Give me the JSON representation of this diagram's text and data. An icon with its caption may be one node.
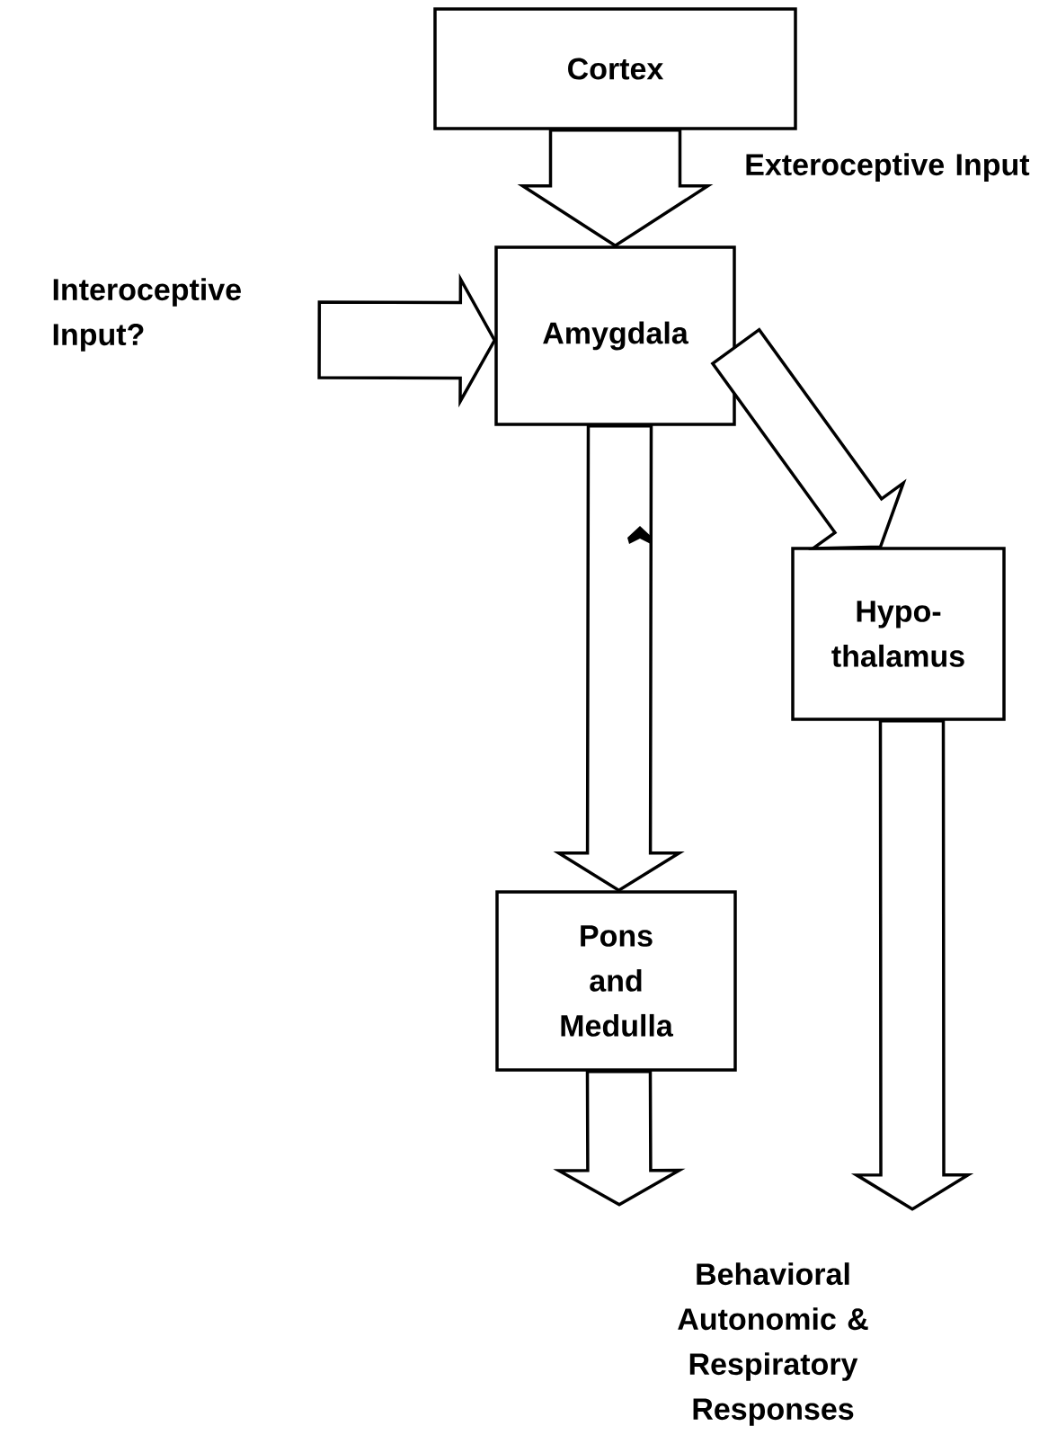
{
  "diagram": {
    "nodes": [
      {
        "text": [
          "Cortex"
        ]
      },
      {
        "text": [
          "Amygdala"
        ]
      },
      {
        "text": [
          "Hypo- thalamus"
        ]
      },
      {
        "text": [
          "Pons and Medulla"
        ]
      },
      {
        "text": [
          "Interoceptive Input?"
        ]
      },
      {
        "text": [
          "Behavioral Autonomic & Respiratory Responses"
        ]
      }
    ],
    "edges": [
      {
        "from": 0,
        "to": 1,
        "arrow": "to"
      },
      {
        "from": 4,
        "to": 1,
        "arrow": "to"
      },
      {
        "from": 1,
        "to": 2,
        "arrow": "to"
      },
      {
        "from": 1,
        "to": 3,
        "arrow": "to"
      },
      {
        "from": 3,
        "to": 5,
        "arrow": "to"
      },
      {
        "from": 2,
        "to": 5,
        "arrow": "to"
      }
    ],
    "labels": [
      "Exteroceptive Input"
    ]
  }
}
